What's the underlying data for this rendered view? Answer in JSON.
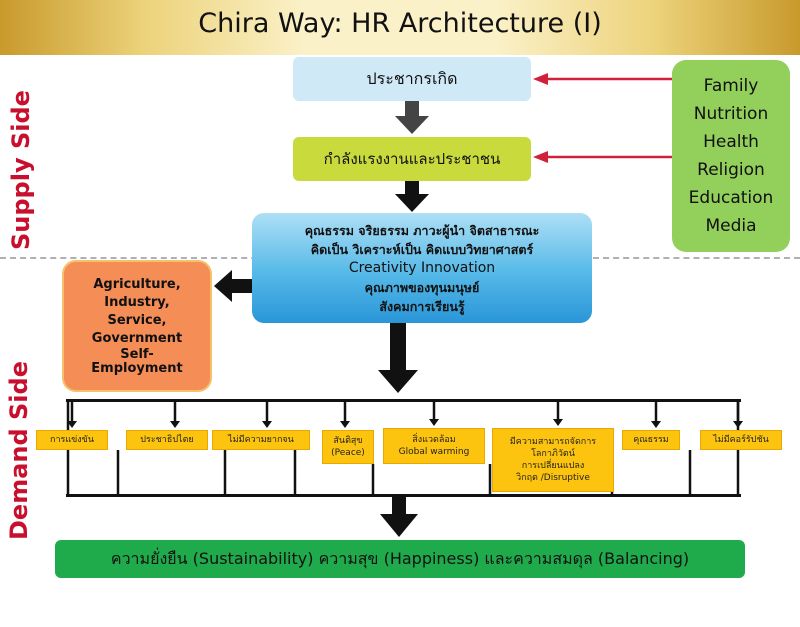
{
  "header": {
    "title": "Chira Way: HR Architecture (I)"
  },
  "side_labels": {
    "supply": "Supply Side",
    "demand": "Demand Side"
  },
  "nodes": {
    "birth": "ประชากรเกิด",
    "labor": "กำลังแรงงานและประชาชน",
    "factors": [
      "Family",
      "Nutrition",
      "Health",
      "Religion",
      "Education",
      "Media"
    ],
    "center": [
      "คุณธรรม จริยธรรม ภาวะผู้นำ จิตสาธารณะ",
      "คิดเป็น วิเคราะห์เป็น คิดแบบวิทยาศาสตร์",
      "Creativity Innovation",
      "คุณภาพของทุนมนุษย์",
      "สังคมการเรียนรู้"
    ],
    "sectors": [
      "Agriculture,",
      "Industry,",
      "Service,",
      "Government",
      "Self-",
      "Employment"
    ],
    "demand": [
      [
        "การแข่งขัน"
      ],
      [
        "ประชาธิปไตย"
      ],
      [
        "ไม่มีความยากจน"
      ],
      [
        "สันติสุข",
        "(Peace)"
      ],
      [
        "สิ่งแวดล้อม",
        "Global warming"
      ],
      [
        "มีความสามารถจัดการ",
        "โลกาภิวัตน์",
        "การเปลี่ยนแปลง",
        "วิกฤต /Disruptive"
      ],
      [
        "คุณธรรม"
      ],
      [
        "ไม่มีคอร์รัปชัน"
      ]
    ],
    "outcome": "ความยั่งยืน (Sustainability) ความสุข (Happiness) และความสมดุล (Balancing)"
  },
  "colors": {
    "supply_demand_label": "#c8102e",
    "birth_box": "#cfe9f7",
    "labor_box": "#c8da3c",
    "factors_box": "#92cf5b",
    "center_box": "#55b9e8",
    "sectors_box": "#f58d57",
    "demand_box": "#fdc40f",
    "outcome_box": "#1faa4b",
    "influence_arrow": "#d0203a"
  }
}
